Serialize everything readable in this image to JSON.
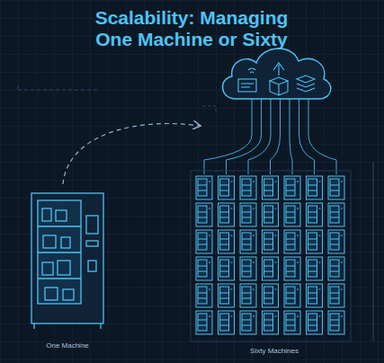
{
  "diagram": {
    "title": "Scalability: Managing One Machine or Sixty",
    "labels": [
      "One Machine",
      "Sixty Machines"
    ]
  }
}
